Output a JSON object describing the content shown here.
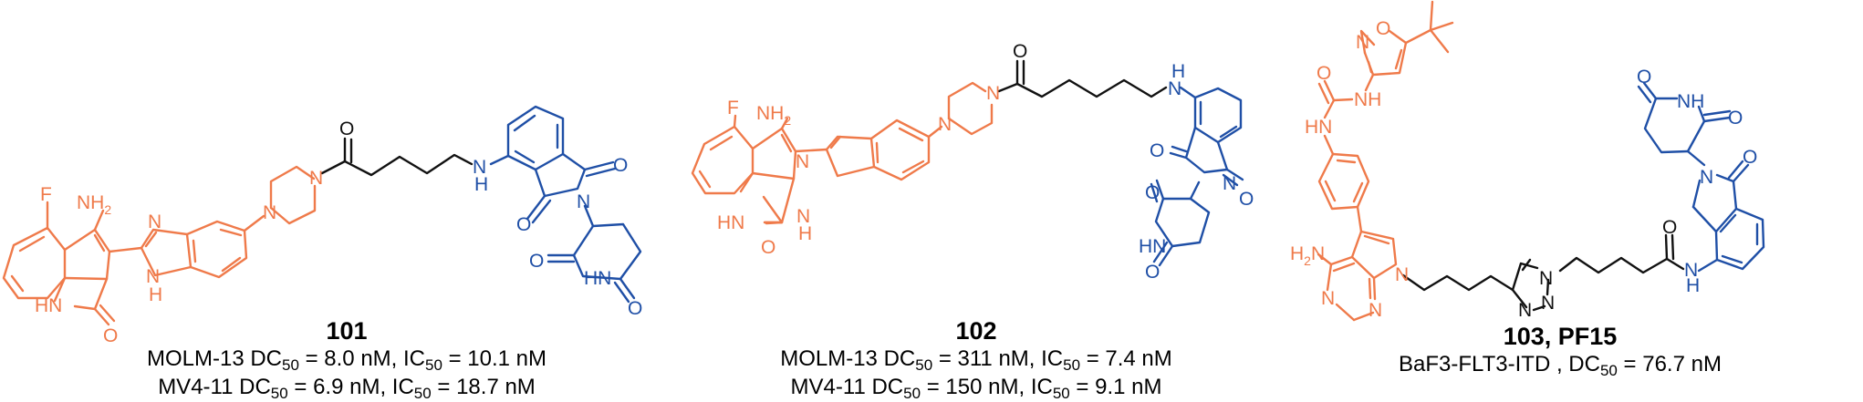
{
  "figure": {
    "colors": {
      "warhead": "#EF7A4A",
      "linker": "#111111",
      "e3_ligand": "#1F4FA6",
      "text": "#000000"
    },
    "compounds": [
      {
        "id": "101",
        "label": "101",
        "warhead": "4-amino-5-fluoro-3-(benzimidazol-2-yl)quinolin-2-one with piperazine",
        "linker": "pentanoyl alkyl chain",
        "e3_ligand": "pomalidomide (4-amino thalidomide)",
        "atom_labels": [
          "F",
          "NH2",
          "HN",
          "O",
          "N",
          "N",
          "H",
          "N",
          "N",
          "O",
          "N",
          "H",
          "O",
          "N",
          "O",
          "O",
          "HN",
          "O"
        ],
        "activities": [
          {
            "cell_line": "MOLM-13",
            "dc50_label": "DC",
            "dc50_sub": "50",
            "dc50_value": "= 8.0 nM,",
            "ic50_label": "IC",
            "ic50_sub": "50",
            "ic50_value": "= 10.1 nM"
          },
          {
            "cell_line": "MV4-11",
            "dc50_label": "DC",
            "dc50_sub": "50",
            "dc50_value": "= 6.9 nM,",
            "ic50_label": "IC",
            "ic50_sub": "50",
            "ic50_value": "= 18.7 nM"
          }
        ]
      },
      {
        "id": "102",
        "label": "102",
        "warhead": "4-amino-5-fluoro-3-(benzimidazol-2-yl)quinolin-2-one with piperazine",
        "linker": "hexanoyl alkyl chain",
        "e3_ligand": "pomalidomide (4-amino thalidomide)",
        "atom_labels": [
          "F",
          "NH2",
          "HN",
          "O",
          "N",
          "N",
          "H",
          "N",
          "N",
          "O",
          "N",
          "H",
          "O",
          "N",
          "O",
          "O",
          "HN",
          "O"
        ],
        "activities": [
          {
            "cell_line": "MOLM-13",
            "dc50_label": "DC",
            "dc50_sub": "50",
            "dc50_value": "= 311 nM,",
            "ic50_label": "IC",
            "ic50_sub": "50",
            "ic50_value": "= 7.4 nM"
          },
          {
            "cell_line": "MV4-11",
            "dc50_label": "DC",
            "dc50_sub": "50",
            "dc50_value": "= 150 nM,",
            "ic50_label": "IC",
            "ic50_sub": "50",
            "ic50_value": "= 9.1 nM"
          }
        ]
      },
      {
        "id": "103",
        "label": "103, PF15",
        "warhead": "pyrrolo[2,3-d]pyrimidine urea with tert-butyl isoxazole",
        "linker": "butyl-triazole-pentanoyl chain",
        "e3_ligand": "lenalidomide",
        "atom_labels": [
          "O",
          "N",
          "O",
          "NH",
          "HN",
          "H2N",
          "N",
          "N",
          "N",
          "N",
          "N",
          "N",
          "O",
          "N",
          "H",
          "O",
          "NH",
          "O",
          "N",
          "O"
        ],
        "activities": [
          {
            "cell_line": "BaF3-FLT3-ITD ,",
            "dc50_label": "DC",
            "dc50_sub": "50",
            "dc50_value": "= 76.7 nM"
          }
        ]
      }
    ]
  }
}
